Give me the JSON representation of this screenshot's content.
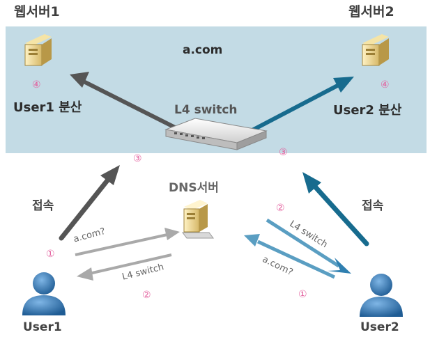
{
  "labels": {
    "web_server_1": "웹서버1",
    "web_server_2": "웹서버2",
    "domain": "a.com",
    "l4_switch": "L4 switch",
    "user1_distribution": "User1 분산",
    "user2_distribution": "User2 분산",
    "dns_server": "DNS서버",
    "connect_left": "접속",
    "connect_right": "접속",
    "user1": "User1",
    "user2": "User2",
    "query_left": "a.com?",
    "reply_left": "L4 switch",
    "reply_right": "L4 switch",
    "query_right": "a.com?"
  },
  "steps": {
    "step1_left": "①",
    "step2_left": "②",
    "step2_right": "②",
    "step1_right": "①",
    "step3_left": "③",
    "step3_right": "③",
    "step4_left": "④",
    "step4_right": "④"
  },
  "colors": {
    "server_zone": "#c3dbe5",
    "arrow_dark": "#555555",
    "arrow_blue": "#176b8e",
    "arrow_light_grey": "#a9a9a9",
    "arrow_light_blue": "#5a9ec2",
    "step_marker": "#e3609e",
    "user_icon": "#2f6fa6"
  }
}
